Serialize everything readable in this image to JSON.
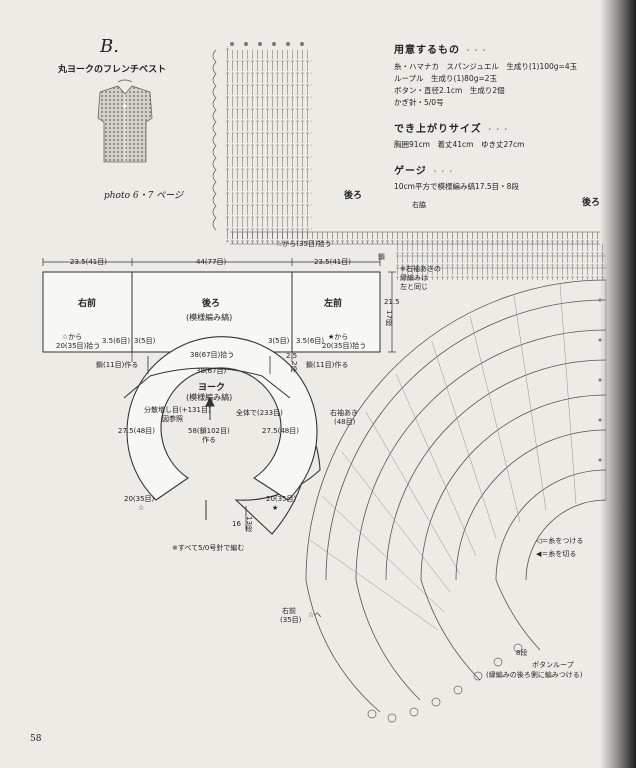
{
  "header": {
    "pattern_letter": "B.",
    "garment_title": "丸ヨークのフレンチベスト",
    "photo_ref": "photo 6・7 ページ"
  },
  "materials": {
    "title": "用意するもの",
    "dots": "・・・",
    "lines": [
      "糸・ハマナカ　スパンジュエル　生成り(1)100g=4玉",
      "ループル　生成り(1)80g=2玉",
      "ボタン・直径2.1cm　生成り2個",
      "かぎ針・5/0号"
    ]
  },
  "finished_size": {
    "title": "でき上がりサイズ",
    "dots": "・・・",
    "line": "胸囲91cm　着丈41cm　ゆき丈27cm"
  },
  "gauge": {
    "title": "ゲージ",
    "dots": "・・・",
    "line": "10cm平方で模様編み縞17.5目・8段"
  },
  "body_diagram": {
    "dim_left": "23.5(41目)",
    "dim_center": "44(77目)",
    "dim_right": "23.5(41目)",
    "panel_right_front": "右前",
    "panel_back": "後ろ",
    "panel_back_sub": "(模様編み縞)",
    "panel_left_front": "左前",
    "height": "21.5",
    "height_rows": "17段",
    "left_pickup_1": "☆から",
    "left_pickup_2": "20(35目)拾う",
    "left_armhole": "3.5(6目)",
    "left_armhole_2": "3(5目)",
    "right_armhole": "3(5目)",
    "right_armhole_2": "3.5(6目)",
    "right_pickup_1": "★から",
    "right_pickup_2": "20(35目)拾う",
    "chain_left": "鎖(11目)作る",
    "chain_right": "鎖(11目)作る",
    "back_pickup": "38(67目)拾う",
    "armhole_small": "2.5",
    "armhole_small_rows": "2段"
  },
  "yoke_diagram": {
    "top": "38(67目)",
    "title": "ヨーク",
    "subtitle": "(模様編み縞)",
    "increase_1": "分散増し目(+131目)",
    "increase_2": "図参照",
    "total": "全体で(233目)",
    "left_side": "27.5(48目)",
    "right_side": "27.5(48目)",
    "neck": "58(鎖102目)",
    "neck_2": "作る",
    "bottom_left": "20(35目)",
    "bottom_right": "20(35目)",
    "star_open": "☆",
    "star_filled": "★",
    "depth": "16",
    "depth_rows": "13段"
  },
  "note_all": "※すべて5/0号針で編む",
  "chart": {
    "from_star": "☆から(35目)拾う",
    "chain_label": "鎖",
    "right_center": "右脇",
    "back": "後ろ",
    "start_here": "右袖あき",
    "start_here_2": "(48目)",
    "note_1": "※右袖あきの",
    "note_2": "縁編みは",
    "note_3": "左と同じ",
    "front_label": "右前",
    "front_label_2": "(35目)",
    "front_star": "☆へ",
    "row_count": "8段",
    "button_loop": "ボタンループ",
    "button_loop_2": "(縁編みの後ろ側に編みつける)",
    "legend_add": "◁＝糸をつける",
    "legend_cut": "◀＝糸を切る"
  },
  "page_number": "58"
}
